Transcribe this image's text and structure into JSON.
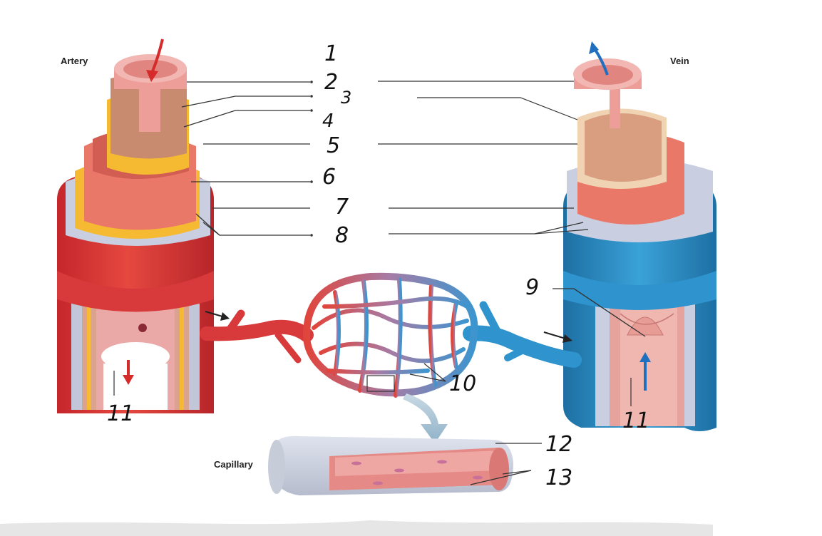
{
  "labels": {
    "artery": "Artery",
    "vein": "Vein",
    "capillary": "Capillary"
  },
  "numbers": [
    "1",
    "2",
    "3",
    "4",
    "5",
    "6",
    "7",
    "8",
    "9",
    "10",
    "11",
    "11",
    "12",
    "13"
  ],
  "colors": {
    "artery_red": "#d8393a",
    "artery_dark": "#b7252a",
    "vein_blue": "#2a8fc6",
    "vein_dark": "#1d6fa3",
    "lumen_pink": "#e9a3a3",
    "endothelium_pink": "#f2b7b3",
    "elastic_yellow": "#f5b932",
    "adventitia_gray": "#c9cfe0",
    "muscle_salmon": "#e97868",
    "arrow_red": "#d62b2b",
    "arrow_blue": "#1f6fc0"
  }
}
